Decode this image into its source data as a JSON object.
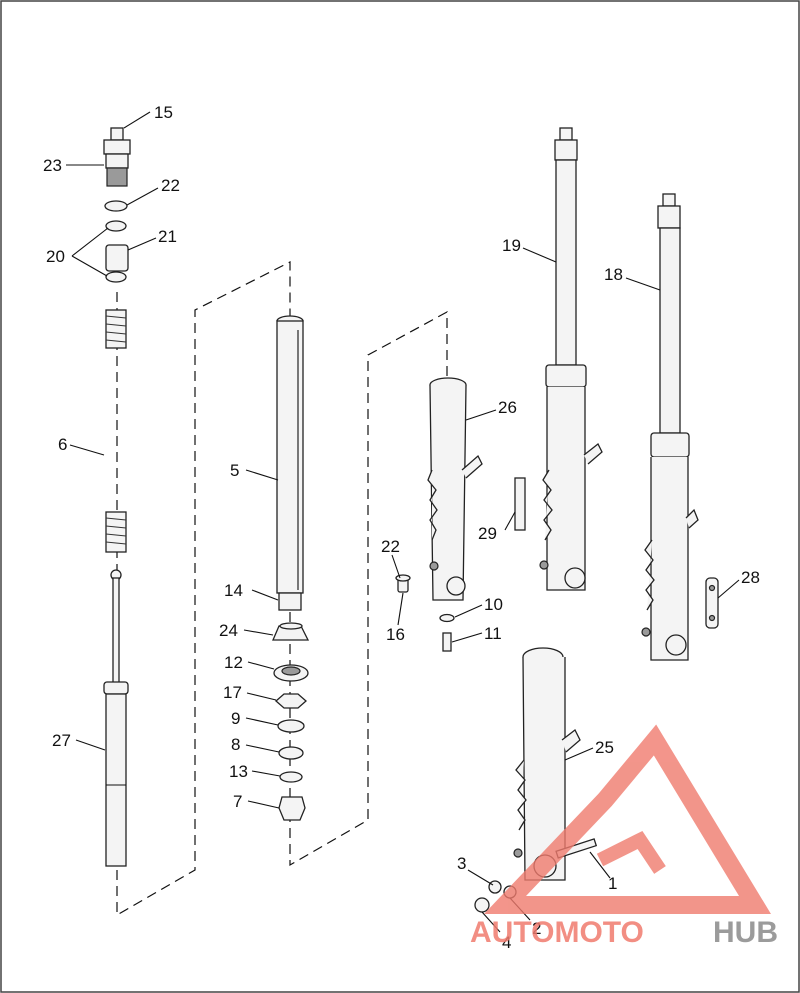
{
  "callouts": {
    "c1": "1",
    "c2": "2",
    "c3": "3",
    "c4": "4",
    "c5": "5",
    "c6": "6",
    "c7": "7",
    "c8": "8",
    "c9": "9",
    "c10": "10",
    "c11": "11",
    "c12": "12",
    "c13": "13",
    "c14": "14",
    "c15": "15",
    "c16": "16",
    "c17": "17",
    "c18": "18",
    "c19": "19",
    "c20": "20",
    "c21": "21",
    "c22a": "22",
    "c22b": "22",
    "c23": "23",
    "c24": "24",
    "c25": "25",
    "c26": "26",
    "c27": "27",
    "c28": "28",
    "c29": "29"
  },
  "watermark": {
    "part1": "AUTOMOTO",
    "part2": "HUB",
    "colors": {
      "brand": "#f07b6e",
      "accent": "#8a8a8a"
    }
  }
}
